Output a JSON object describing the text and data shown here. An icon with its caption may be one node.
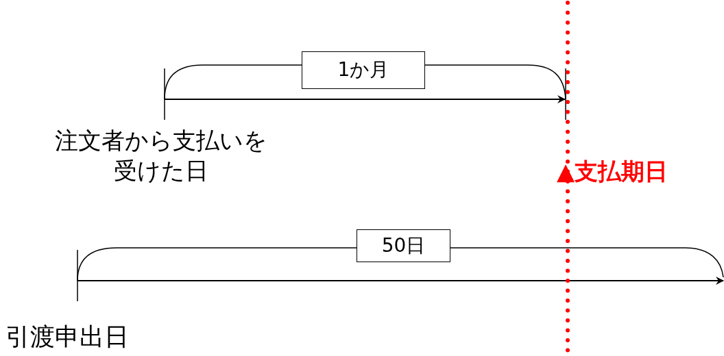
{
  "diagram": {
    "nodes": [
      {
        "text": [
          "1か月"
        ]
      },
      {
        "text": [
          "注文者から支払いを受けた日"
        ]
      },
      {
        "text": [
          "▲支払期日"
        ]
      },
      {
        "text": [
          "50日"
        ]
      },
      {
        "text": [
          "引渡申出日"
        ]
      }
    ]
  }
}
